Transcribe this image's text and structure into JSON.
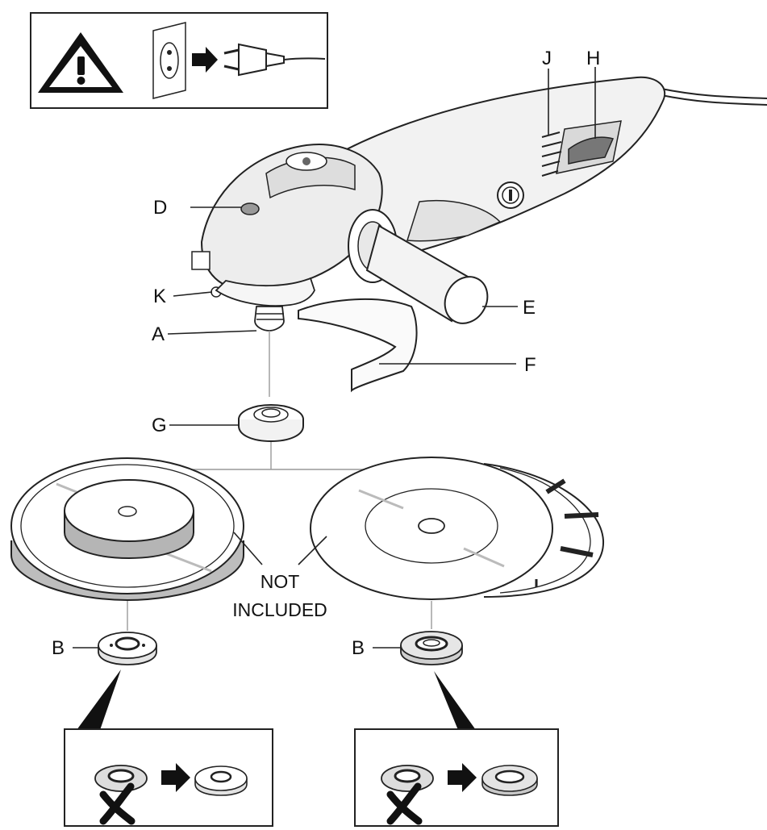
{
  "labels": {
    "A": "A",
    "B": "B",
    "D": "D",
    "E": "E",
    "F": "F",
    "G": "G",
    "H": "H",
    "J": "J",
    "K": "K"
  },
  "note": {
    "line1": "NOT",
    "line2": "INCLUDED"
  },
  "icons": {
    "warning": "warning-triangle-icon",
    "unplug": "unplug-icon",
    "wrong": "cross-mark-icon",
    "arrow": "arrow-right-icon"
  },
  "colors": {
    "stroke": "#222222",
    "wheel_band": "#b5b5b5",
    "body_shade": "#d9d9d9"
  }
}
